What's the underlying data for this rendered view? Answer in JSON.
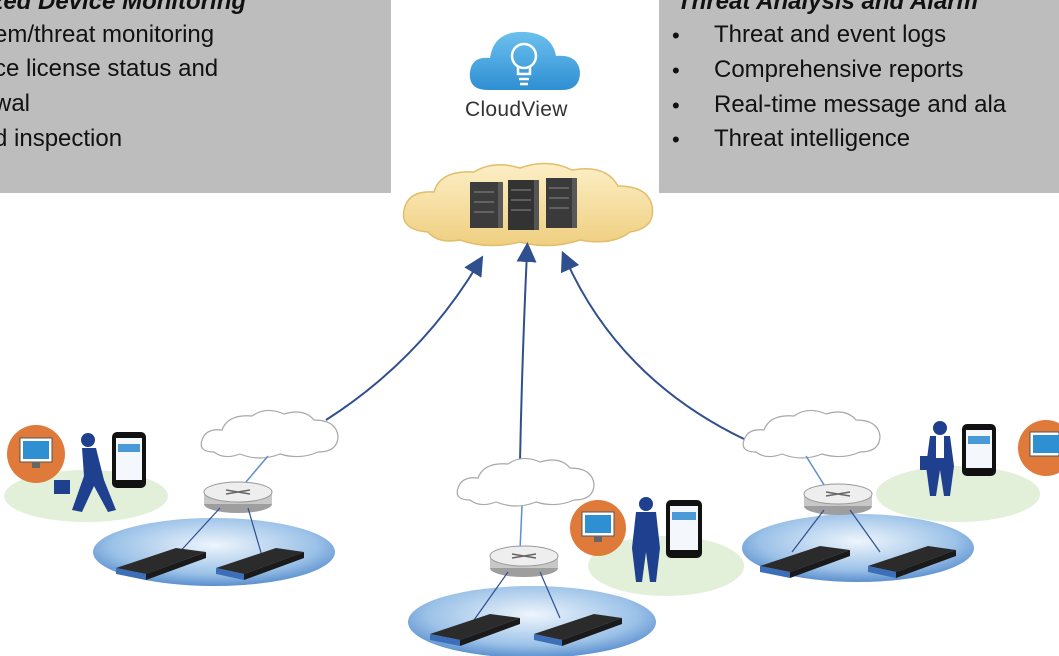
{
  "left_panel": {
    "title": "lized Device Monitoring",
    "items": [
      "em/threat monitoring",
      "ce license status and",
      "wal",
      "d inspection"
    ]
  },
  "right_panel": {
    "title": "Threat Analysis and Alarm",
    "bullet": "•",
    "items": [
      "Threat and event logs",
      "Comprehensive reports",
      "Real-time message and ala",
      "Threat intelligence"
    ]
  },
  "cloudview": {
    "label": "CloudView"
  },
  "colors": {
    "panel_bg": "#bdbdbd",
    "cloud_blue": "#3aa3e0",
    "server_cloud": "#f7dfa0",
    "arrow": "#2f4f8f",
    "site_ellipse": "#5b9bd5",
    "user_ellipse": "#e2efd9",
    "monitor_badge": "#e07a3a",
    "person_blue": "#1f3f8f"
  },
  "sites": [
    "left-site",
    "center-site",
    "right-site"
  ]
}
